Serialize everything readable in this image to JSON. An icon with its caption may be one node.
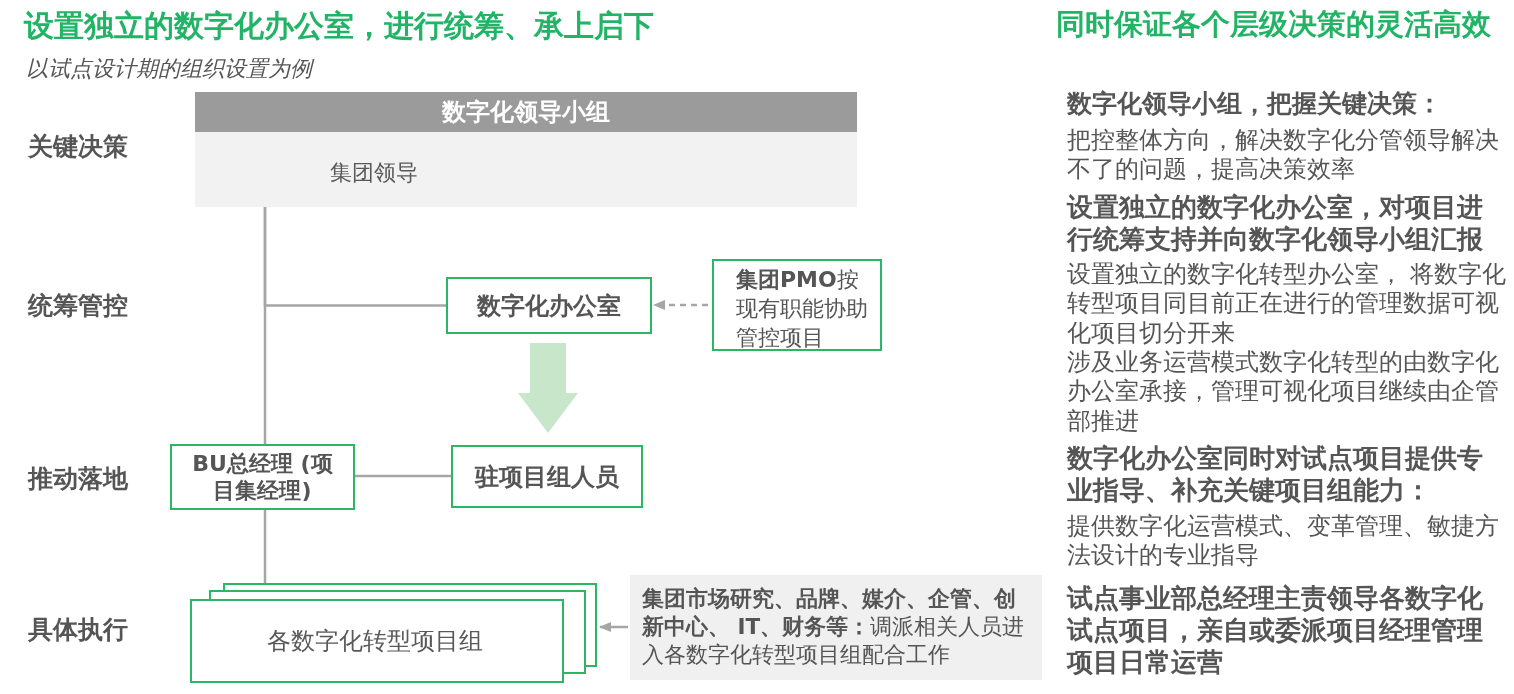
{
  "diagram": {
    "title": "设置独立的数字化办公室，进行统筹、承上启下",
    "nodes": [
      {
        "text": [
          "数字化领导小组",
          "集团领导"
        ]
      },
      {
        "text": [
          "数字化办公室"
        ]
      },
      {
        "text": [
          "**集团PMO**按现有职能协助管控项目"
        ]
      },
      {
        "text": [
          "BU总经理 (项目集经理)"
        ]
      },
      {
        "text": [
          "驻项目组人员"
        ]
      },
      {
        "text": [
          "各数字化转型项目组"
        ]
      },
      {
        "text": [
          "**集团市场研究、品牌、媒介、企管、创新中心、 IT、财务等：**调派相关人员进入各数字化转型项目组配合工作"
        ]
      }
    ],
    "edges": [
      {
        "from": 0,
        "to": 1,
        "arrow": "none"
      },
      {
        "from": 0,
        "to": 3,
        "arrow": "none"
      },
      {
        "from": 2,
        "to": 1,
        "arrow": "to",
        "style": "dashed"
      },
      {
        "from": 1,
        "to": 4,
        "arrow": "to",
        "style": "thick",
        "color": "#c8e6c9"
      },
      {
        "from": 3,
        "to": 4,
        "arrow": "none"
      },
      {
        "from": 3,
        "to": 5,
        "arrow": "none"
      },
      {
        "from": 6,
        "to": 5,
        "arrow": "to"
      }
    ],
    "labels": [
      "同时保证各个层级决策的灵活高效",
      "以试点设计期的组织设置为例",
      "关键决策",
      "统筹管控",
      "推动落地",
      "具体执行",
      "数字化领导小组，把握关键决策：",
      "把控整体方向，解决数字化分管领导解决不了的问题，提高决策效率",
      "设置独立的数字化办公室，对项目进行统筹支持并向数字化领导小组汇报",
      "设置独立的数字化转型办公室， 将数字化转型项目同目前正在进行的管理数据可视化项目切分开来",
      "涉及业务运营模式数字化转型的由数字化办公室承接，管理可视化项目继续由企管部推进",
      "数字化办公室同时对试点项目提供专业指导、补充关键项目组能力：",
      "提供数字化运营模式、变革管理、敏捷方法设计的专业指导",
      "试点事业部总经理主责领导各数字化试点项目，亲自或委派项目经理管理项目日常运营"
    ]
  }
}
